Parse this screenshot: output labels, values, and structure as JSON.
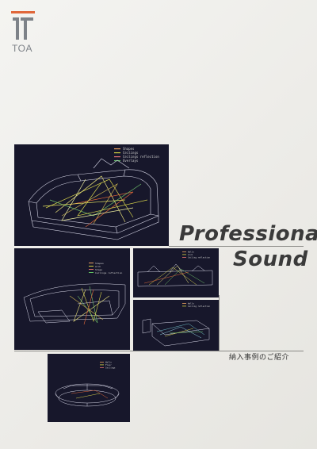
{
  "brand": {
    "name": "TOA",
    "colors": {
      "accent": "#e0673a",
      "logo_gray": "#7d8288"
    }
  },
  "title": {
    "line1": "Professional",
    "line2": "Sound"
  },
  "subtitle": "納入事例のご紹介",
  "panels": {
    "main": {
      "legend": [
        "Shapes",
        "Ceilings",
        "Ceilings reflection",
        "Overlays"
      ]
    },
    "mid_left": {
      "legend": [
        "Shapes",
        "Arch",
        "Stage",
        "Ceilings reflection"
      ]
    },
    "mid_right_top": {
      "legend": [
        "Walls",
        "Arch",
        "Ceiling reflection"
      ]
    },
    "mid_right_bottom": {
      "legend": [
        "Walls",
        "Ceiling reflection"
      ]
    },
    "bottom": {
      "legend": [
        "Walls",
        "Floor",
        "Ceilings"
      ]
    }
  }
}
